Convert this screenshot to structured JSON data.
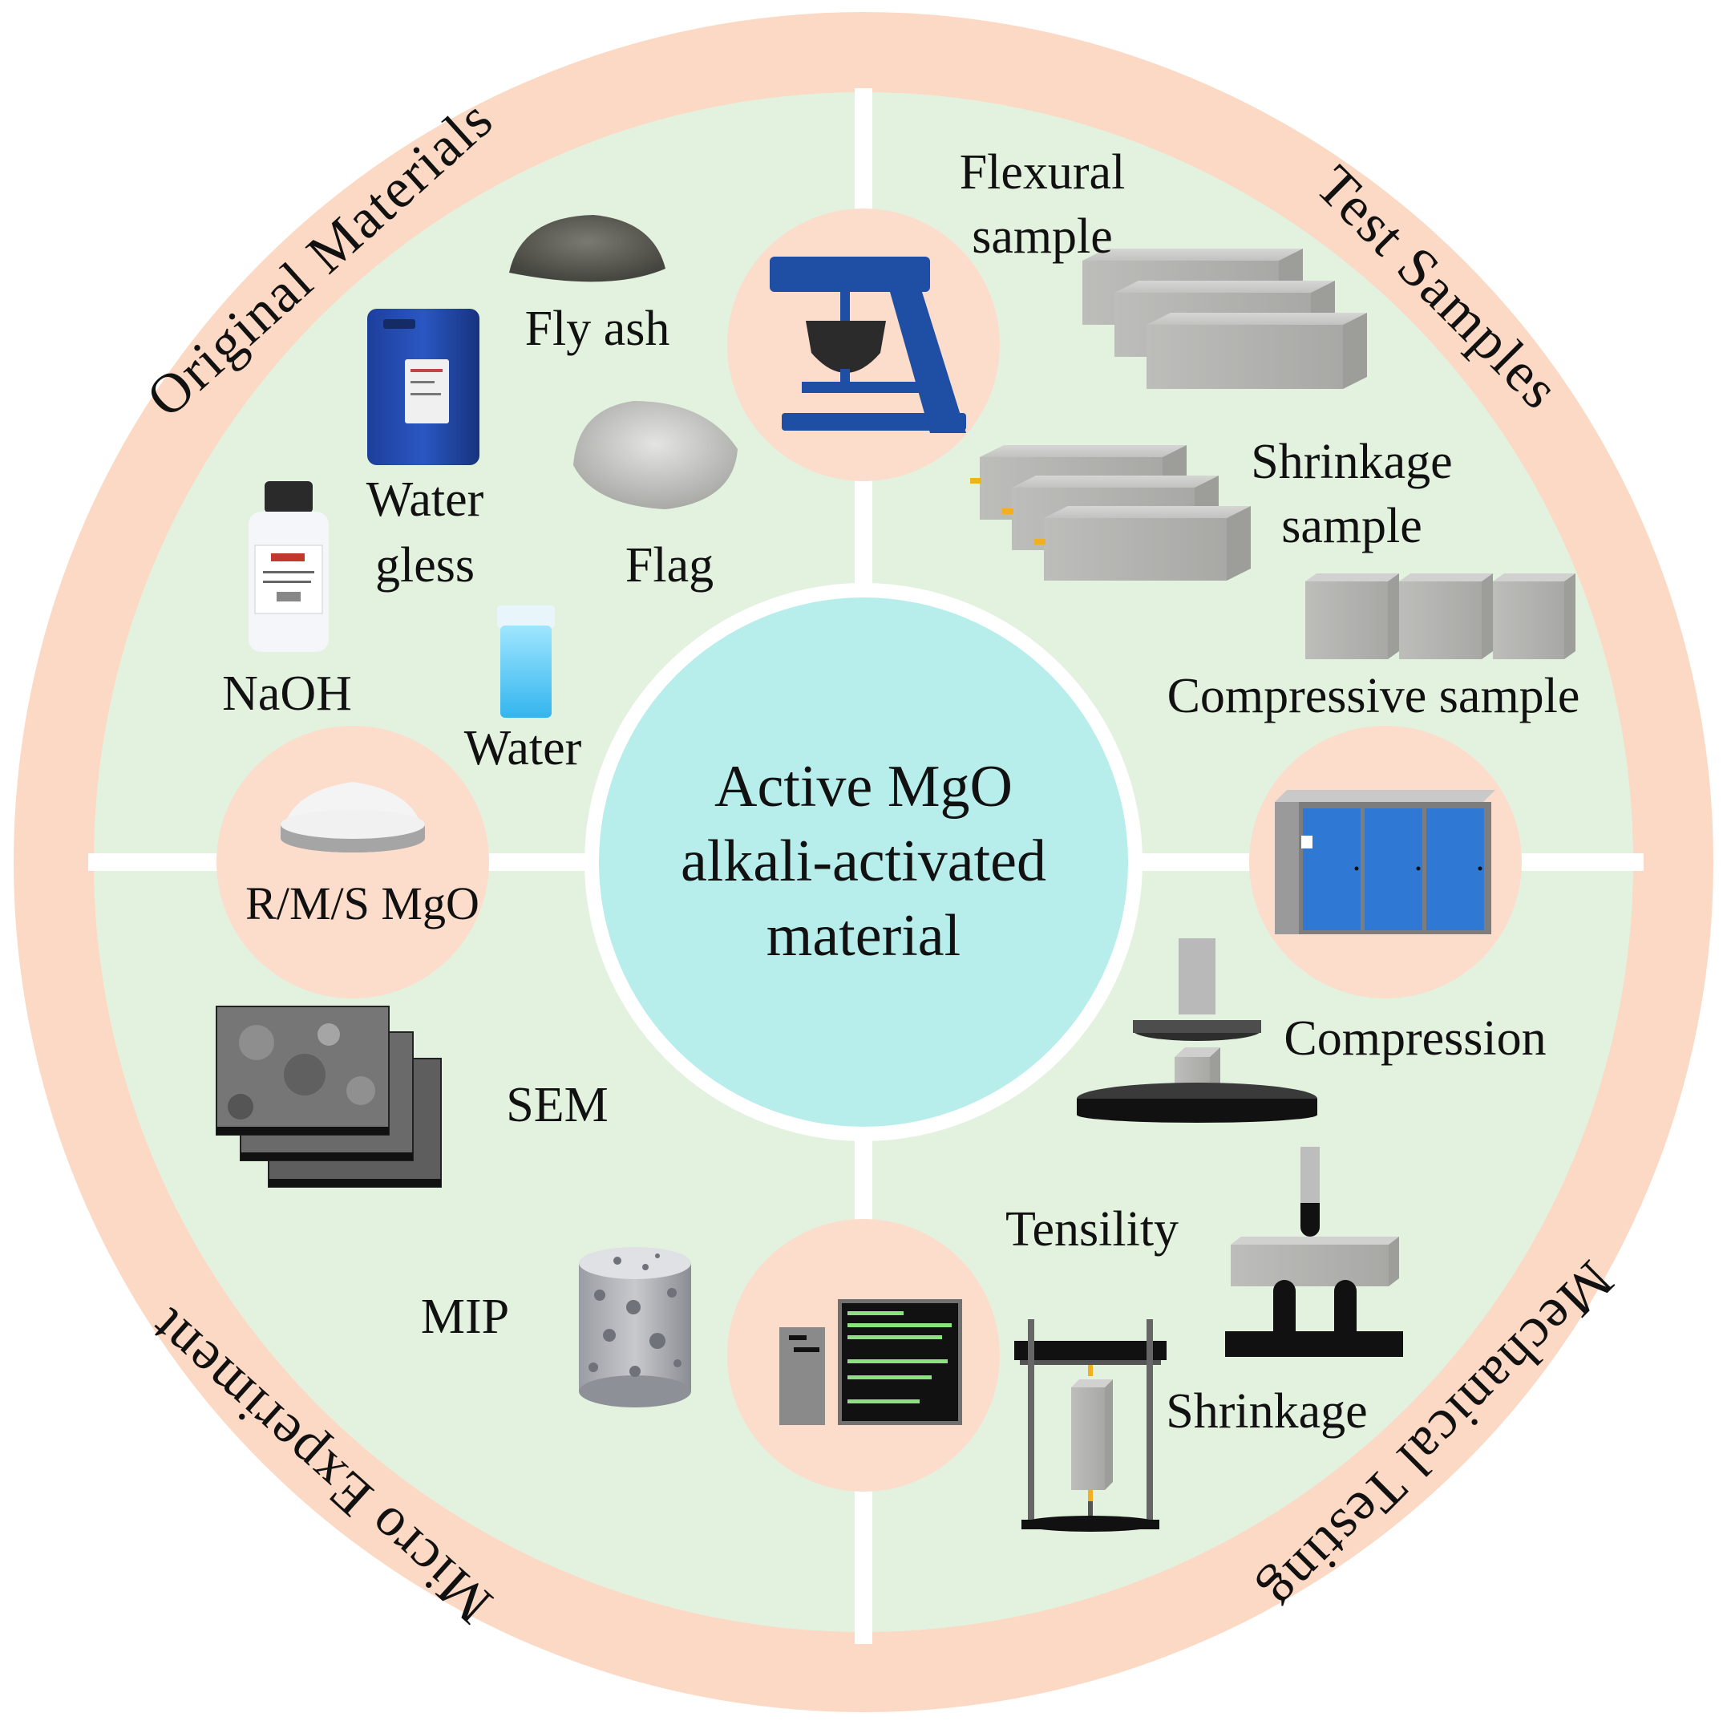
{
  "center": {
    "line1": "Active MgO",
    "line2": "alkali-activated",
    "line3": "material"
  },
  "ring_titles": {
    "original_materials": "Original   Materials",
    "test_samples": "Test   Samples",
    "mechanical_testing": "Mechanical   Testing",
    "micro_experiment": "Micro   Experiment"
  },
  "original_materials": {
    "fly_ash": "Fly ash",
    "water_gless_1": "Water",
    "water_gless_2": "gless",
    "flag": "Flag",
    "naoh": "NaOH",
    "water": "Water",
    "mgo": "R/M/S MgO"
  },
  "test_samples": {
    "flexural_1": "Flexural",
    "flexural_2": "sample",
    "shrinkage_1": "Shrinkage",
    "shrinkage_2": "sample",
    "compressive": "Compressive sample"
  },
  "mechanical_testing": {
    "compression": "Compression",
    "tensility": "Tensility",
    "shrinkage": "Shrinkage"
  },
  "micro_experiment": {
    "sem": "SEM",
    "mip": "MIP"
  },
  "colors": {
    "outer_ring": "#fbd9c4",
    "quadrant": "#e3f2df",
    "node": "#fcdcca",
    "center": "#b7eeec",
    "mixer": "#1f4fa5",
    "cabinet": "#2f78d4"
  }
}
